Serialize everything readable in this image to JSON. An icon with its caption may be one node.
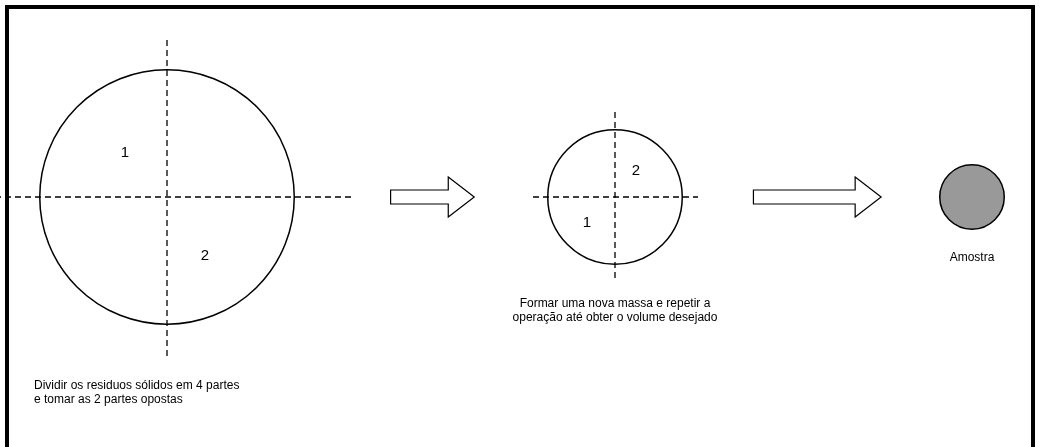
{
  "diagram": {
    "nodes": [
      {
        "text": [
          "1",
          "2"
        ]
      },
      {
        "text": [
          "2",
          "1"
        ],
        "beside": [
          "Formar uma nova massa e repetir a operação até obter o volume desejado"
        ]
      },
      {
        "text": [],
        "shape": "circle",
        "beside": [
          "Amostra"
        ]
      }
    ],
    "edges": [
      {
        "from": 0,
        "to": 1,
        "arrow": "to",
        "style": "thick"
      },
      {
        "from": 1,
        "to": 2,
        "arrow": "to",
        "style": "thick"
      }
    ],
    "labels": [
      "Dividir os residuos sólidos em 4 partes e tomar as 2 partes opostas"
    ]
  }
}
